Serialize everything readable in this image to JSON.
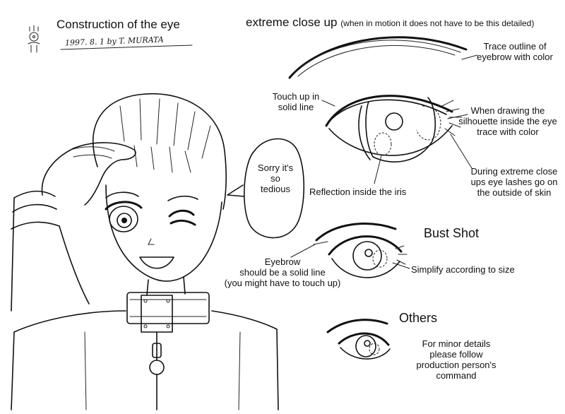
{
  "header": {
    "title": "Construction of the eye",
    "signature": "1997. 8. 1  by T. MURATA",
    "closeup_title": "extreme close up",
    "closeup_sub": "(when in motion it does not have to be this detailed)"
  },
  "annotations": {
    "trace_eyebrow": "Trace outline of eyebrow with color",
    "touch_up": "Touch up in solid line",
    "silhouette": "When drawing the silhouette inside the eye trace with color",
    "eyelashes": "During extreme close ups eye lashes go on the outside of skin",
    "reflection": "Reflection inside the iris",
    "eyebrow_solid_1": "Eyebrow",
    "eyebrow_solid_2": "should be a solid line",
    "eyebrow_solid_3": "(you might have to touch up)",
    "simplify": "Simplify according to size",
    "minor_details": "For minor details please follow production person's command"
  },
  "speech": {
    "text": "Sorry it's so tedious"
  },
  "sections": {
    "bust_shot": "Bust Shot",
    "others": "Others"
  }
}
